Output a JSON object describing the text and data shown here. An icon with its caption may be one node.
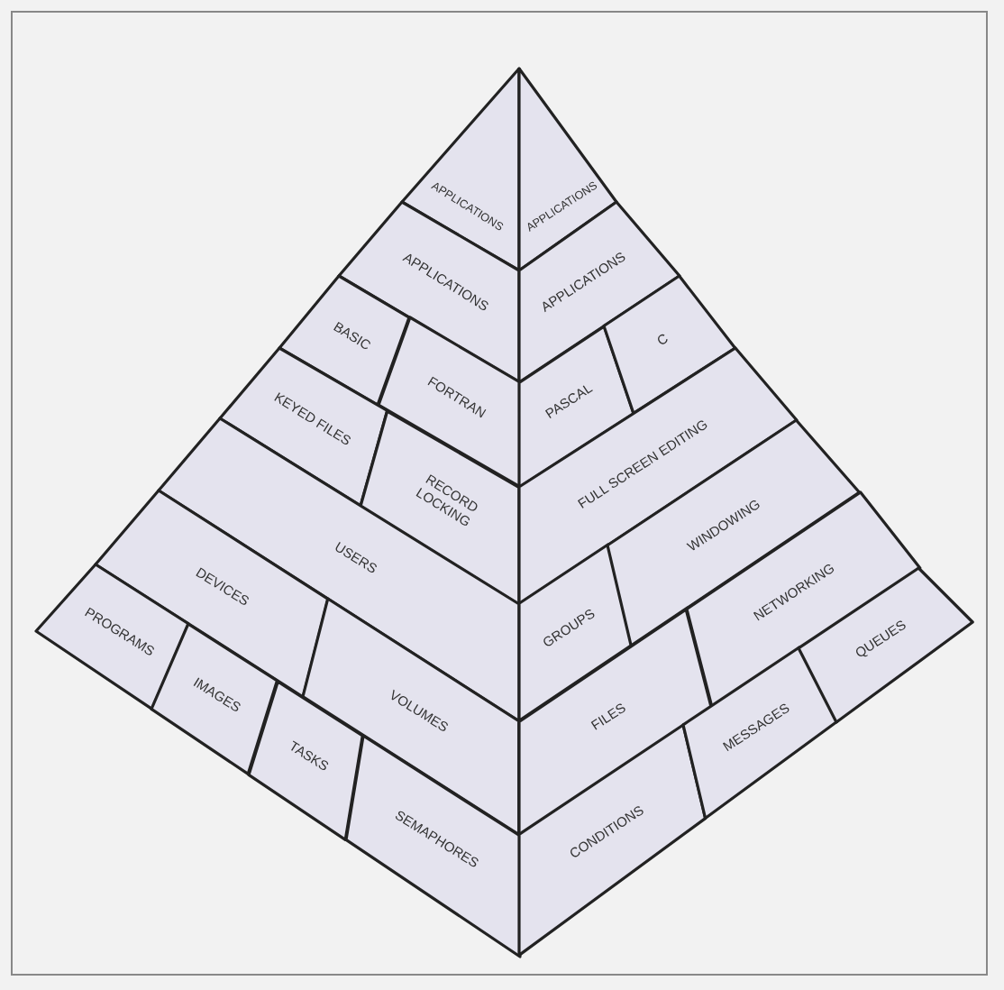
{
  "diagram": {
    "nodes": [
      {
        "text": [
          "APPLICATIONS"
        ]
      },
      {
        "text": [
          "APPLICATIONS"
        ]
      },
      {
        "text": [
          "APPLICATIONS"
        ]
      },
      {
        "text": [
          "APPLICATIONS"
        ]
      },
      {
        "text": [
          "BASIC"
        ]
      },
      {
        "text": [
          "FORTRAN"
        ]
      },
      {
        "text": [
          "PASCAL"
        ]
      },
      {
        "text": [
          "C"
        ]
      },
      {
        "text": [
          "KEYED FILES"
        ]
      },
      {
        "text": [
          "RECORD LOCKING"
        ]
      },
      {
        "text": [
          "FULL SCREEN EDITING"
        ]
      },
      {
        "text": [
          "USERS"
        ]
      },
      {
        "text": [
          "GROUPS"
        ]
      },
      {
        "text": [
          "WINDOWING"
        ]
      },
      {
        "text": [
          "DEVICES"
        ]
      },
      {
        "text": [
          "VOLUMES"
        ]
      },
      {
        "text": [
          "FILES"
        ]
      },
      {
        "text": [
          "NETWORKING"
        ]
      },
      {
        "text": [
          "PROGRAMS"
        ]
      },
      {
        "text": [
          "IMAGES"
        ]
      },
      {
        "text": [
          "TASKS"
        ]
      },
      {
        "text": [
          "SEMAPHORES"
        ]
      },
      {
        "text": [
          "CONDITIONS"
        ]
      },
      {
        "text": [
          "MESSAGES"
        ]
      },
      {
        "text": [
          "QUEUES"
        ]
      }
    ]
  }
}
